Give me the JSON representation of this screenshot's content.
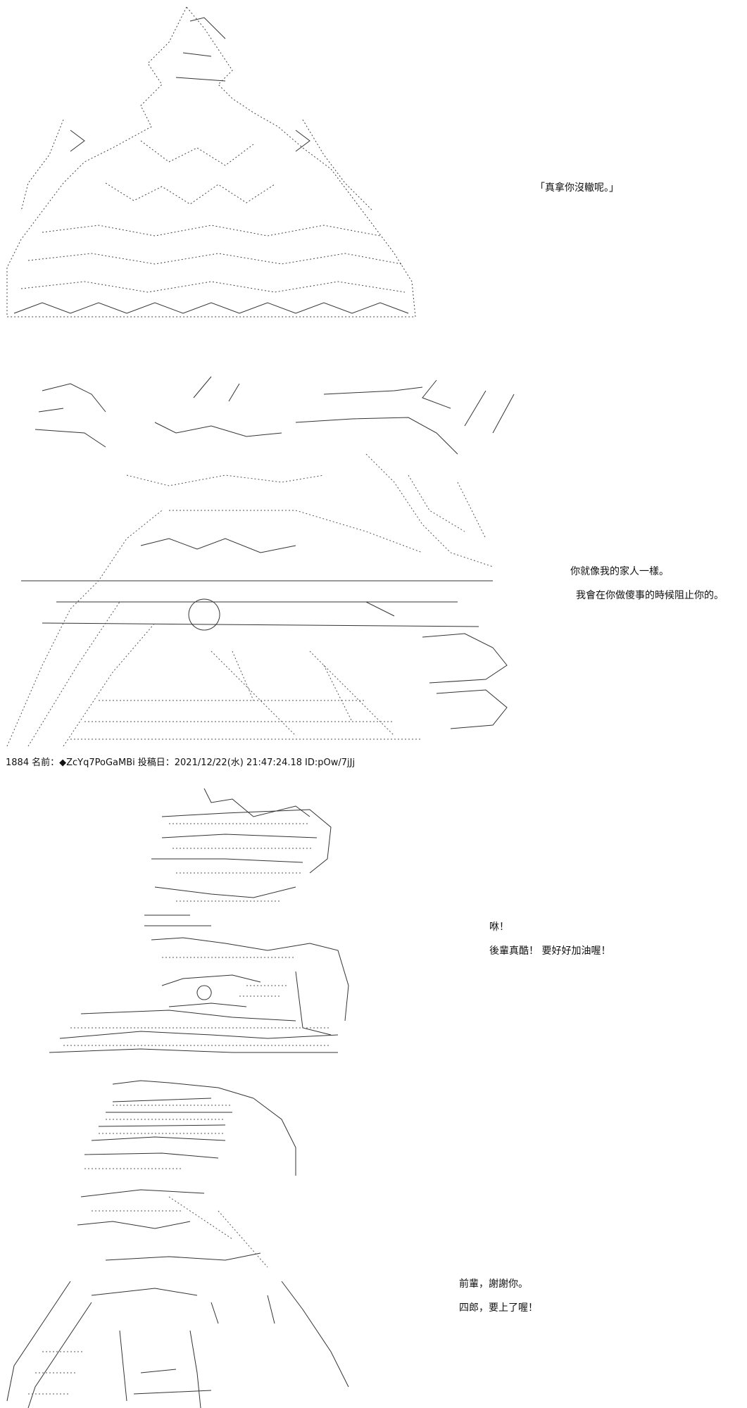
{
  "panels": [
    {
      "lines": [
        "「真拿你沒轍呢。」"
      ]
    },
    {
      "lines": [
        "你就像我的家人一樣。",
        "我會在你做傻事的時候阻止你的。"
      ]
    },
    {
      "lines": [
        "咻！",
        "後輩真酷！ 要好好加油喔！"
      ]
    },
    {
      "lines": [
        "前輩，謝謝你。",
        "四郎，要上了喔！"
      ]
    }
  ],
  "post_header": {
    "number": "1884",
    "name_label": "名前：",
    "tripcode": "◆ZcYq7PoGaMBi",
    "post_date_label": "投稿日：",
    "post_date": "2021/12/22(水) 21:47:24.18",
    "id": "ID:pOw/7jJj"
  }
}
